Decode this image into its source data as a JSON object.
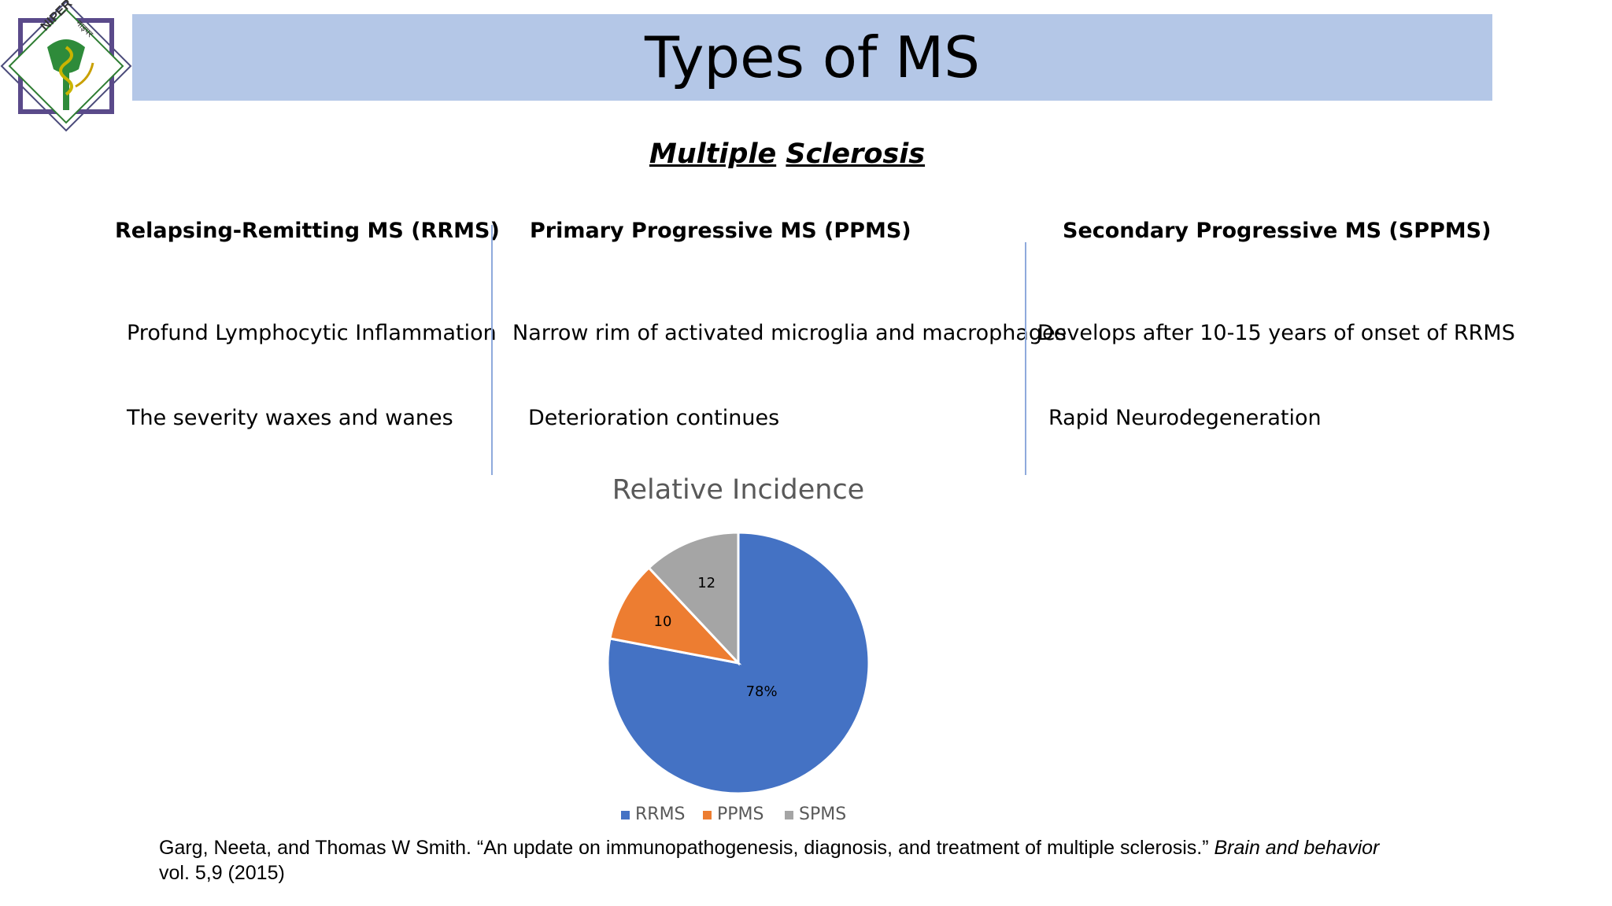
{
  "slide": {
    "title": "Types of MS",
    "subtitle_word1": "Multiple",
    "subtitle_word2": "Sclerosis"
  },
  "logo": {
    "text_left": "NIPER",
    "text_right": "नाइपर"
  },
  "columns": [
    {
      "heading": "Relapsing-Remitting MS (RRMS)",
      "point1": "Profund Lymphocytic Inflammation",
      "point2": "The severity waxes and wanes"
    },
    {
      "heading": "Primary Progressive MS (PPMS)",
      "point1": "Narrow rim of activated microglia and macrophages",
      "point2": "Deterioration continues"
    },
    {
      "heading": "Secondary Progressive MS (SPPMS)",
      "point1": "Develops after 10-15 years of onset of RRMS",
      "point2": "Rapid Neurodegeneration"
    }
  ],
  "reference": {
    "authors_title": "Garg, Neeta, and Thomas W Smith. “An update on immunopathogenesis, diagnosis, and treatment of multiple sclerosis.” ",
    "journal": "Brain and behavior",
    "volume": " vol. 5,9 (2015)"
  },
  "colors": {
    "title_bar": "#b4c7e7",
    "divider": "#8faadc",
    "rrms": "#4472c4",
    "ppms": "#ed7d31",
    "spms": "#a5a5a5"
  },
  "chart_data": {
    "type": "pie",
    "title": "Relative Incidence",
    "categories": [
      "RRMS",
      "PPMS",
      "SPMS"
    ],
    "values": [
      78,
      10,
      12
    ],
    "data_labels": [
      "78%",
      "10",
      "12"
    ],
    "colors": [
      "#4472c4",
      "#ed7d31",
      "#a5a5a5"
    ],
    "legend_position": "bottom"
  }
}
